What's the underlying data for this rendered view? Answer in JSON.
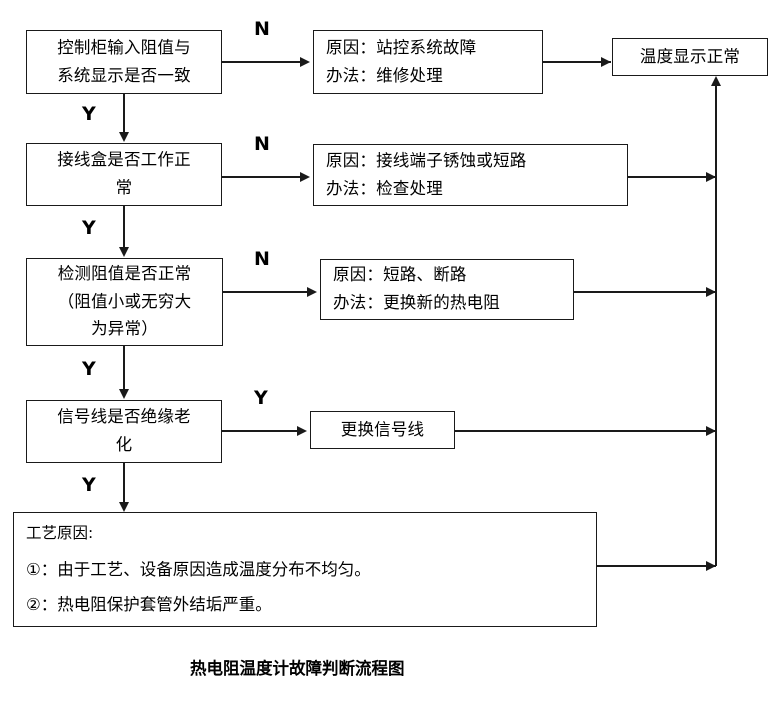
{
  "diagram": {
    "caption": "热电阻温度计故障判断流程图",
    "decisions": [
      {
        "name": "check-cabinet-resistance",
        "lines": [
          "控制柜输入阻值与",
          "系统显示是否一致"
        ]
      },
      {
        "name": "check-junction-box",
        "lines": [
          "接线盒是否工作正",
          "常"
        ]
      },
      {
        "name": "check-resistance-value",
        "lines": [
          "检测阻值是否正常",
          "（阻值小或无穷大",
          "为异常）"
        ]
      },
      {
        "name": "check-signal-wire-aging",
        "lines": [
          "信号线是否绝缘老",
          "化"
        ]
      }
    ],
    "causes": [
      {
        "name": "cause-station-control-fault",
        "lines": [
          "原因：站控系统故障",
          "办法：维修处理"
        ]
      },
      {
        "name": "cause-terminal-corrosion",
        "lines": [
          "原因：接线端子锈蚀或短路",
          "办法：检查处理"
        ]
      },
      {
        "name": "cause-short-open-circuit",
        "lines": [
          "原因：短路、断路",
          "办法：更换新的热电阻"
        ]
      }
    ],
    "action_replace_wire": "更换信号线",
    "terminal_normal": "温度显示正常",
    "process_reasons": {
      "title": "工艺原因:",
      "items": [
        "①：由于工艺、设备原因造成温度分布不均匀。",
        "②：热电阻保护套管外结垢严重。"
      ]
    },
    "edge_labels": {
      "n1": "N",
      "n2": "N",
      "n3": "N",
      "y_branch": "Y",
      "y1": "Y",
      "y2": "Y",
      "y3": "Y",
      "y4": "Y"
    }
  }
}
